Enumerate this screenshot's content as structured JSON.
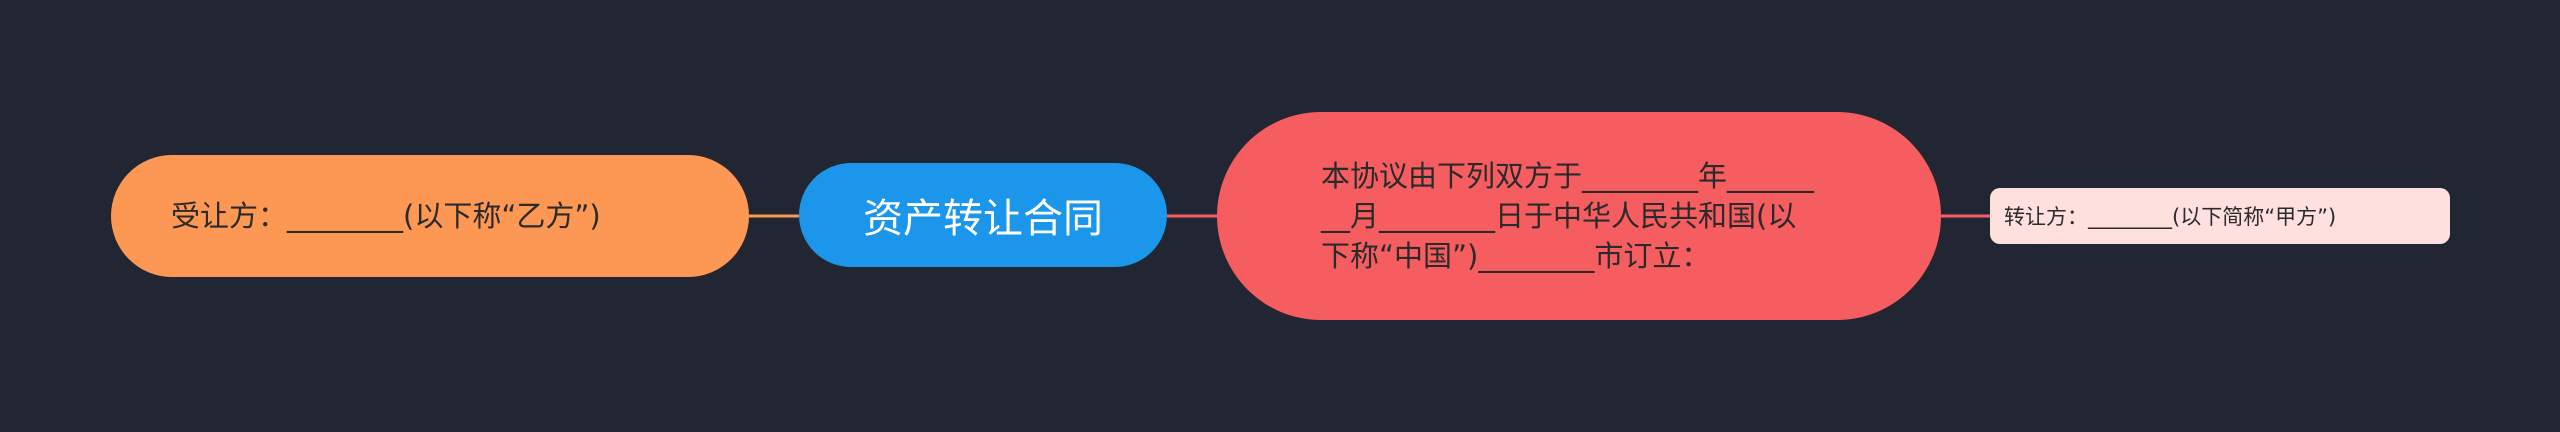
{
  "mindmap": {
    "center": {
      "label": "资产转让合同",
      "color": "#1b96ea"
    },
    "left": {
      "label": "受让方：________(以下称“乙方”)",
      "color": "#fd9754"
    },
    "right": {
      "label": "本协议由下列双方于________年________月________日于中华人民共和国(以下称“中国”)________市订立：",
      "color": "#f55d61"
    },
    "leaf": {
      "label": "转让方：________(以下简称“甲方”)",
      "color": "#fee0df"
    }
  },
  "colors": {
    "background": "#222633",
    "left_connector": "#fd9754",
    "right_connector": "#f55d61"
  }
}
